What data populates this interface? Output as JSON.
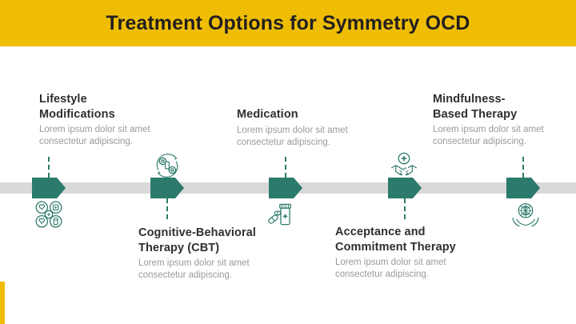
{
  "header": {
    "title": "Treatment Options for Symmetry OCD",
    "background_color": "#efbe04",
    "text_color": "#231f20"
  },
  "theme": {
    "accent_yellow": "#efbe04",
    "timeline_teal": "#2c7a6b",
    "timeline_gray": "#d9d9d9",
    "title_text": "#2f2f2f",
    "body_text": "#9a9a9a",
    "page_background": "#ffffff"
  },
  "timeline": {
    "bar_label": "timeline-bar",
    "steps": [
      {
        "id": "lifestyle-modifications",
        "title": "Lifestyle\nModifications",
        "title_line1": "Lifestyle",
        "title_line2": "Modifications",
        "body": "Lorem ipsum dolor sit amet consectetur adipiscing.",
        "body_line1": "Lorem ipsum dolor sit amet",
        "body_line2": "consectetur adipiscing.",
        "icon": "wellness-grid-icon",
        "text_position": "above",
        "icon_position": "below"
      },
      {
        "id": "cognitive-behavioral-therapy",
        "title": "Cognitive-Behavioral Therapy (CBT)",
        "title_line1": "Cognitive-Behavioral",
        "title_line2": "Therapy (CBT)",
        "body": "Lorem ipsum dolor sit amet consectetur adipiscing.",
        "body_line1": "Lorem ipsum dolor sit amet",
        "body_line2": "consectetur adipiscing.",
        "icon": "gears-process-icon",
        "text_position": "below",
        "icon_position": "above"
      },
      {
        "id": "medication",
        "title": "Medication",
        "title_line1": "Medication",
        "title_line2": "",
        "body": "Lorem ipsum dolor sit amet consectetur adipiscing.",
        "body_line1": "Lorem ipsum dolor sit amet",
        "body_line2": "consectetur adipiscing.",
        "icon": "pill-bottle-icon",
        "text_position": "above",
        "icon_position": "below"
      },
      {
        "id": "acceptance-and-commitment-therapy",
        "title": "Acceptance and Commitment Therapy",
        "title_line1": "Acceptance and",
        "title_line2": "Commitment Therapy",
        "body": "Lorem ipsum dolor sit amet consectetur adipiscing.",
        "body_line1": "Lorem ipsum dolor sit amet",
        "body_line2": "consectetur adipiscing.",
        "icon": "handshake-care-icon",
        "text_position": "below",
        "icon_position": "above"
      },
      {
        "id": "mindfulness-based-therapy",
        "title": "Mindfulness-Based Therapy",
        "title_line1": "Mindfulness-",
        "title_line2": "Based Therapy",
        "body": "Lorem ipsum dolor sit amet consectetur adipiscing.",
        "body_line1": "Lorem ipsum dolor sit amet",
        "body_line2": "consectetur adipiscing.",
        "icon": "hands-mindfulness-icon",
        "text_position": "above",
        "icon_position": "below"
      }
    ]
  }
}
